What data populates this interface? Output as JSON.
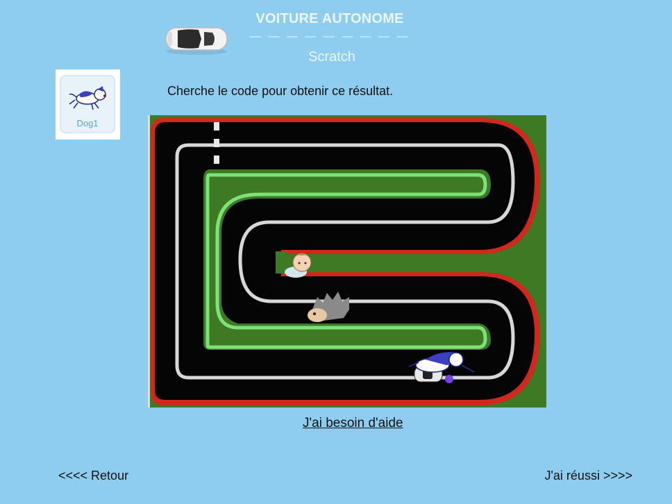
{
  "header": {
    "title": "VOITURE AUTONOME",
    "divider": "— — — — — — — — — — — —",
    "subtitle": "Scratch",
    "car_icon": "car-topdown-icon"
  },
  "sprite": {
    "name": "Dog1",
    "icon": "dog-icon"
  },
  "instruction": "Cherche le code pour obtenir ce résultat.",
  "stage": {
    "characters": [
      "baby-sprite",
      "hedgehog-sprite",
      "dog-sprite",
      "car-sprite"
    ],
    "colors": {
      "grass": "#3e7a24",
      "road": "#050505",
      "red_border": "#d0281c",
      "white_line": "#d8d8d8",
      "green_line": "#7fe17a"
    }
  },
  "help_link": "J'ai besoin d'aide",
  "nav": {
    "back": "<<<< Retour",
    "next": "J'ai réussi >>>>"
  },
  "colors": {
    "background": "#8ecdf0",
    "header_text": "#eaf6fd"
  }
}
